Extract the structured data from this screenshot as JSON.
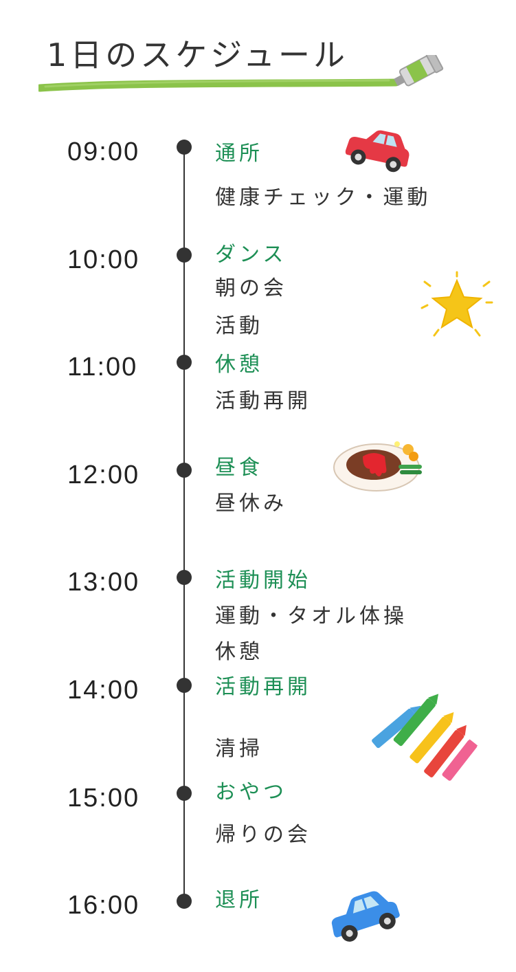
{
  "title": "1日のスケジュール",
  "schedule": [
    {
      "time": "09:00",
      "headline": "通所",
      "details": [
        "健康チェック・運動"
      ]
    },
    {
      "time": "10:00",
      "headline": "ダンス",
      "details": [
        "朝の会",
        "活動"
      ]
    },
    {
      "time": "11:00",
      "headline": "休憩",
      "details": [
        "活動再開"
      ]
    },
    {
      "time": "12:00",
      "headline": "昼食",
      "details": [
        "昼休み"
      ]
    },
    {
      "time": "13:00",
      "headline": "活動開始",
      "details": [
        "運動・タオル体操",
        "休憩"
      ]
    },
    {
      "time": "14:00",
      "headline": "活動再開",
      "details": [
        "清掃"
      ]
    },
    {
      "time": "15:00",
      "headline": "おやつ",
      "details": [
        "帰りの会"
      ]
    },
    {
      "time": "16:00",
      "headline": "退所",
      "details": []
    }
  ],
  "colors": {
    "headline": "#1d8f55",
    "text": "#333333",
    "underline": "#8bc34a"
  },
  "illustrations": [
    "red-car",
    "yellow-star",
    "hamburg-steak-plate",
    "crayons",
    "blue-car"
  ]
}
